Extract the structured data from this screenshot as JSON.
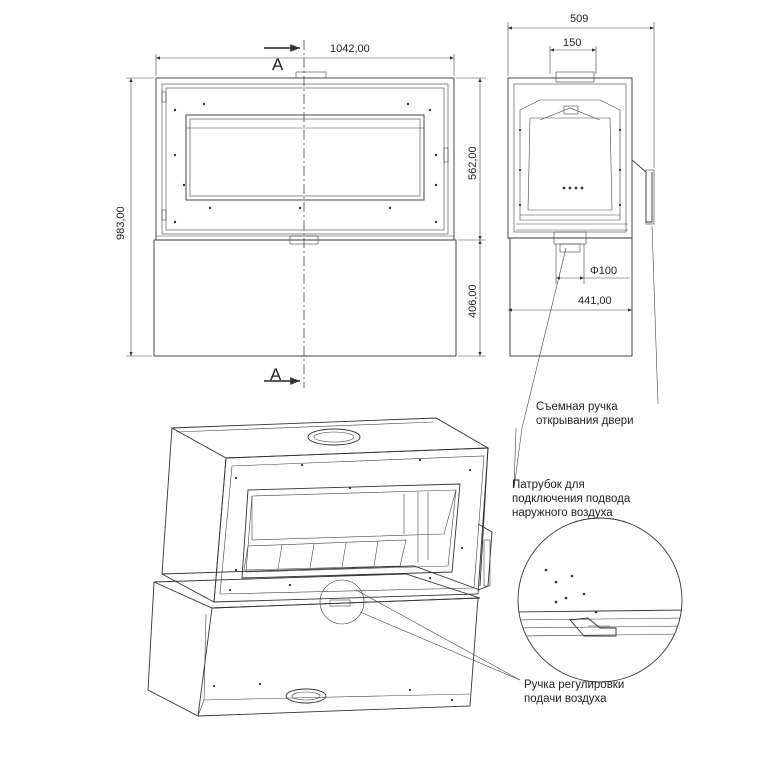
{
  "front_view": {
    "width_dim": "1042,00",
    "height_dim": "983,00",
    "upper_dim": "562,00",
    "lower_dim": "406,00",
    "section_top": "A",
    "section_bottom": "A"
  },
  "side_view": {
    "depth_dim": "509",
    "flue_dim": "150",
    "pipe_dim": "Φ100",
    "base_dim": "441,00"
  },
  "callouts": {
    "door_handle": [
      "Съемная ручка",
      "открывания двери"
    ],
    "air_inlet": [
      "Патрубок для",
      "подключения подвода",
      "наружного воздуха"
    ],
    "air_control": [
      "Ручка регулировки",
      "подачи воздуха"
    ]
  },
  "colors": {
    "line": "#333333",
    "background": "#ffffff"
  }
}
